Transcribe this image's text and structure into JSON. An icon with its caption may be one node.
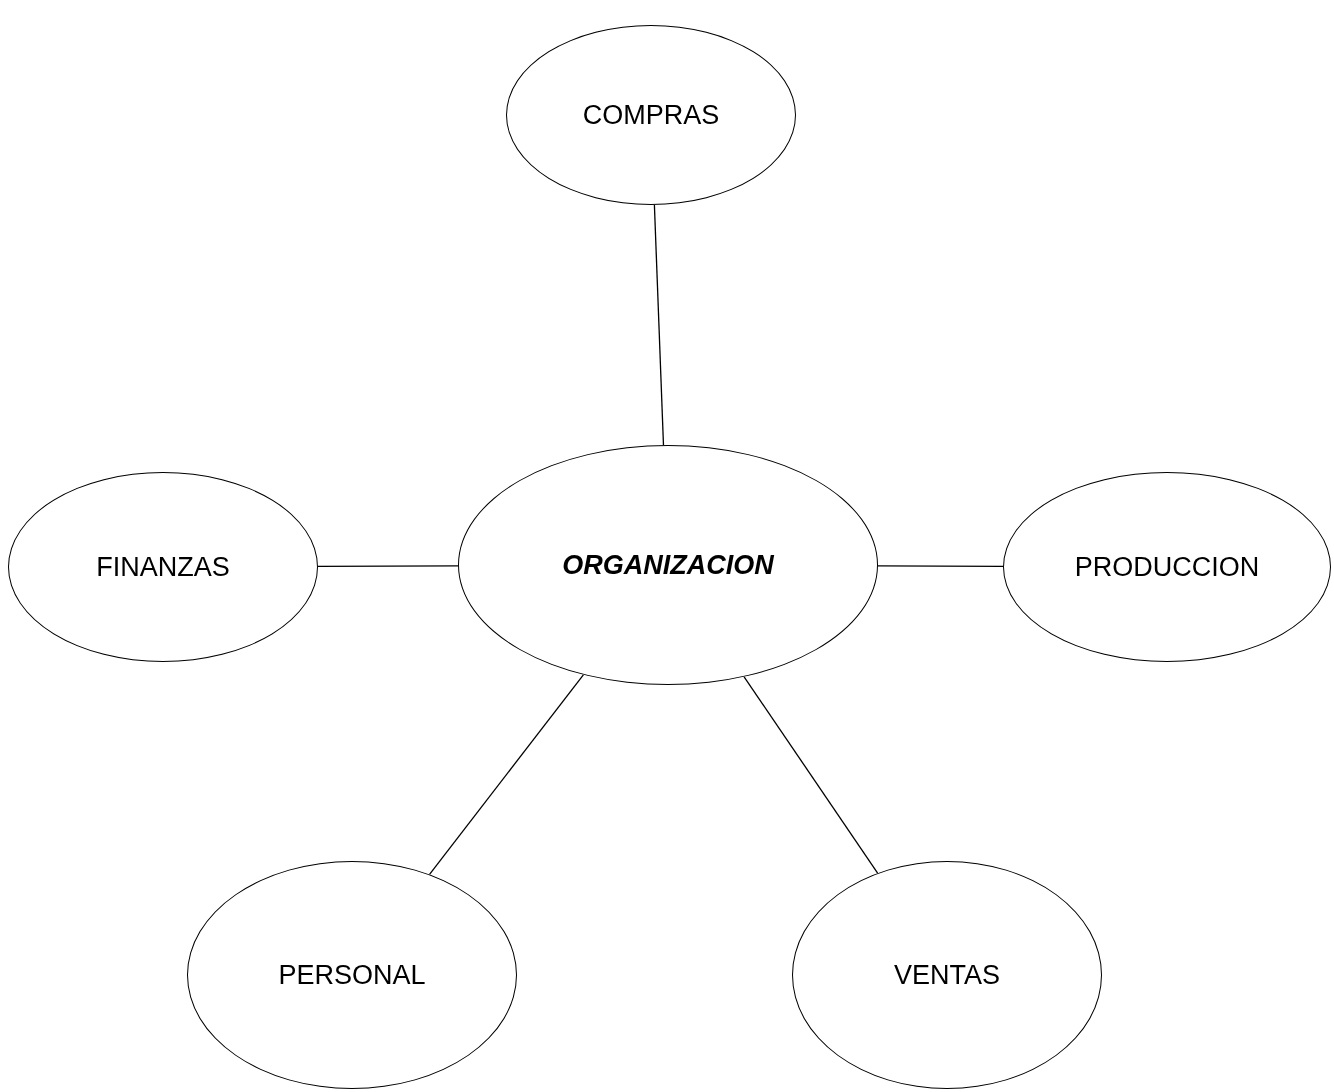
{
  "diagram": {
    "nodes": [
      {
        "text": [
          "COMPRAS"
        ]
      },
      {
        "text": [
          "FINANZAS"
        ]
      },
      {
        "text": [
          "ORGANIZACION"
        ]
      },
      {
        "text": [
          "PRODUCCION"
        ]
      },
      {
        "text": [
          "PERSONAL"
        ]
      },
      {
        "text": [
          "VENTAS"
        ]
      }
    ],
    "edges": [
      {
        "from": 2,
        "to": 0,
        "arrow": "none"
      },
      {
        "from": 2,
        "to": 1,
        "arrow": "none"
      },
      {
        "from": 2,
        "to": 3,
        "arrow": "none"
      },
      {
        "from": 2,
        "to": 4,
        "arrow": "none"
      },
      {
        "from": 2,
        "to": 5,
        "arrow": "none"
      }
    ]
  }
}
